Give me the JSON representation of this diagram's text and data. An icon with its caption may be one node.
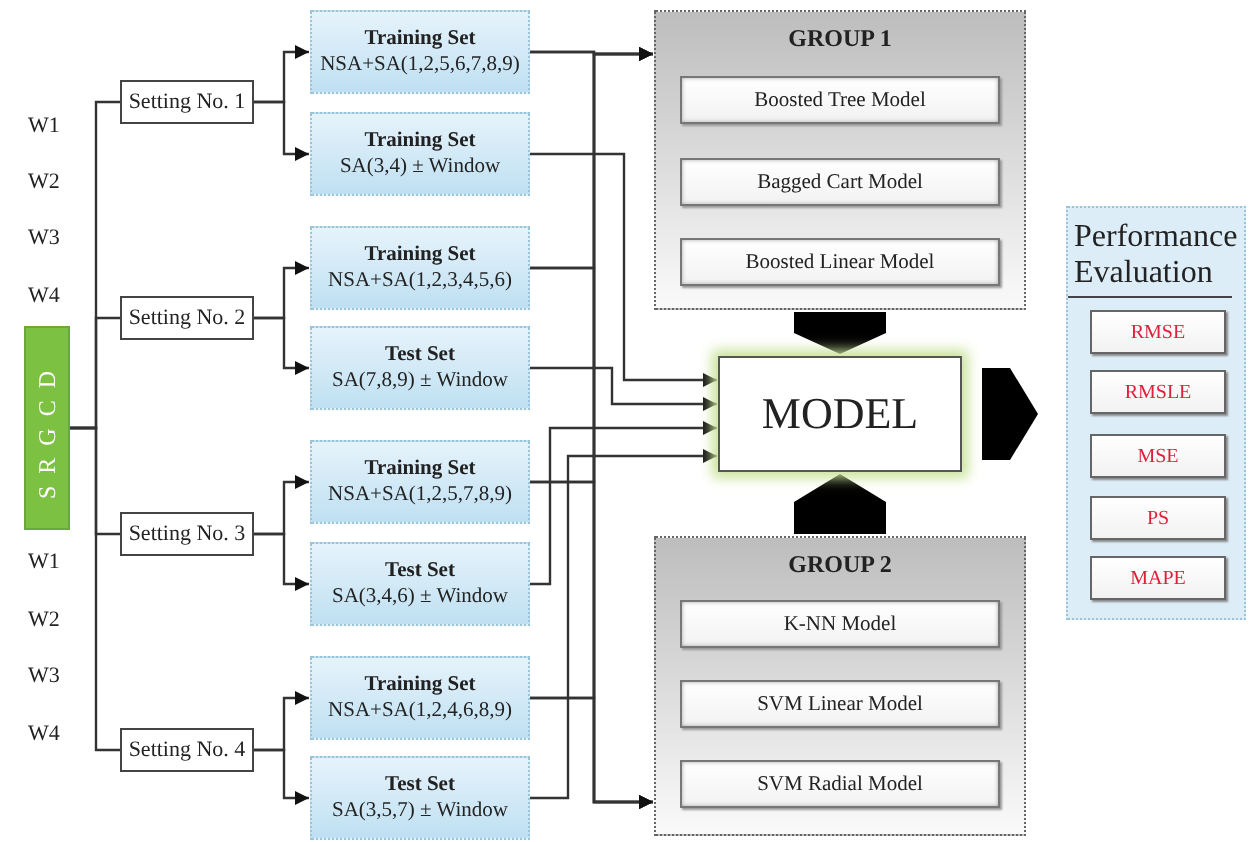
{
  "diagram": {
    "nodes": [
      {
        "text": [
          "SRGCD"
        ]
      },
      {
        "text": [
          "Setting No. 1"
        ]
      },
      {
        "text": [
          "Training Set",
          "NSA+SA(1,2,5,6,7,8,9)"
        ]
      },
      {
        "text": [
          "Training Set",
          "SA(3,4) ± Window"
        ]
      },
      {
        "text": [
          "Setting No. 2"
        ]
      },
      {
        "text": [
          "Training Set",
          "NSA+SA(1,2,3,4,5,6)"
        ]
      },
      {
        "text": [
          "Test Set",
          "SA(7,8,9) ± Window"
        ]
      },
      {
        "text": [
          "Setting No. 3"
        ]
      },
      {
        "text": [
          "Training Set",
          "NSA+SA(1,2,5,7,8,9)"
        ]
      },
      {
        "text": [
          "Test Set",
          "SA(3,4,6) ± Window"
        ]
      },
      {
        "text": [
          "Setting No. 4"
        ]
      },
      {
        "text": [
          "Training Set",
          "NSA+SA(1,2,4,6,8,9)"
        ]
      },
      {
        "text": [
          "Test Set",
          "SA(3,5,7) ± Window"
        ]
      },
      {
        "text": [
          "GROUP 1"
        ]
      },
      {
        "text": [
          "Boosted Tree Model"
        ],
        "in": 13
      },
      {
        "text": [
          "Bagged Cart Model"
        ],
        "in": 13
      },
      {
        "text": [
          "Boosted Linear Model"
        ],
        "in": 13
      },
      {
        "text": [
          "MODEL"
        ]
      },
      {
        "text": [
          "GROUP 2"
        ]
      },
      {
        "text": [
          "K-NN Model"
        ],
        "in": 18
      },
      {
        "text": [
          "SVM Linear Model"
        ],
        "in": 18
      },
      {
        "text": [
          "SVM Radial Model"
        ],
        "in": 18
      },
      {
        "text": [
          "Performance Evaluation"
        ]
      },
      {
        "text": [
          "RMSE"
        ],
        "in": 22
      },
      {
        "text": [
          "RMSLE"
        ],
        "in": 22
      },
      {
        "text": [
          "MSE"
        ],
        "in": 22
      },
      {
        "text": [
          "PS"
        ],
        "in": 22
      },
      {
        "text": [
          "MAPE"
        ],
        "in": 22
      }
    ],
    "edges": [
      {
        "from": 0,
        "to": 1,
        "arrow": "none"
      },
      {
        "from": 0,
        "to": 4,
        "arrow": "none"
      },
      {
        "from": 0,
        "to": 7,
        "arrow": "none"
      },
      {
        "from": 0,
        "to": 10,
        "arrow": "none"
      },
      {
        "from": 1,
        "to": 2,
        "arrow": "to"
      },
      {
        "from": 1,
        "to": 3,
        "arrow": "to"
      },
      {
        "from": 4,
        "to": 5,
        "arrow": "to"
      },
      {
        "from": 4,
        "to": 6,
        "arrow": "to"
      },
      {
        "from": 7,
        "to": 8,
        "arrow": "to"
      },
      {
        "from": 7,
        "to": 9,
        "arrow": "to"
      },
      {
        "from": 10,
        "to": 11,
        "arrow": "to"
      },
      {
        "from": 10,
        "to": 12,
        "arrow": "to"
      },
      {
        "from": 2,
        "to": 13,
        "arrow": "to"
      },
      {
        "from": 5,
        "to": 13,
        "arrow": "to"
      },
      {
        "from": 8,
        "to": 13,
        "arrow": "to"
      },
      {
        "from": 11,
        "to": 13,
        "arrow": "to"
      },
      {
        "from": 2,
        "to": 18,
        "arrow": "to"
      },
      {
        "from": 5,
        "to": 18,
        "arrow": "to"
      },
      {
        "from": 8,
        "to": 18,
        "arrow": "to"
      },
      {
        "from": 11,
        "to": 18,
        "arrow": "to"
      },
      {
        "from": 3,
        "to": 17,
        "arrow": "to"
      },
      {
        "from": 6,
        "to": 17,
        "arrow": "to"
      },
      {
        "from": 9,
        "to": 17,
        "arrow": "to"
      },
      {
        "from": 12,
        "to": 17,
        "arrow": "to"
      },
      {
        "from": 13,
        "to": 17,
        "arrow": "to",
        "style": "thick"
      },
      {
        "from": 18,
        "to": 17,
        "arrow": "to",
        "style": "thick"
      },
      {
        "from": 17,
        "to": 22,
        "arrow": "to",
        "style": "thick"
      }
    ],
    "labels": [
      "W1",
      "W2",
      "W3",
      "W4",
      "W1",
      "W2",
      "W3",
      "W4"
    ]
  }
}
